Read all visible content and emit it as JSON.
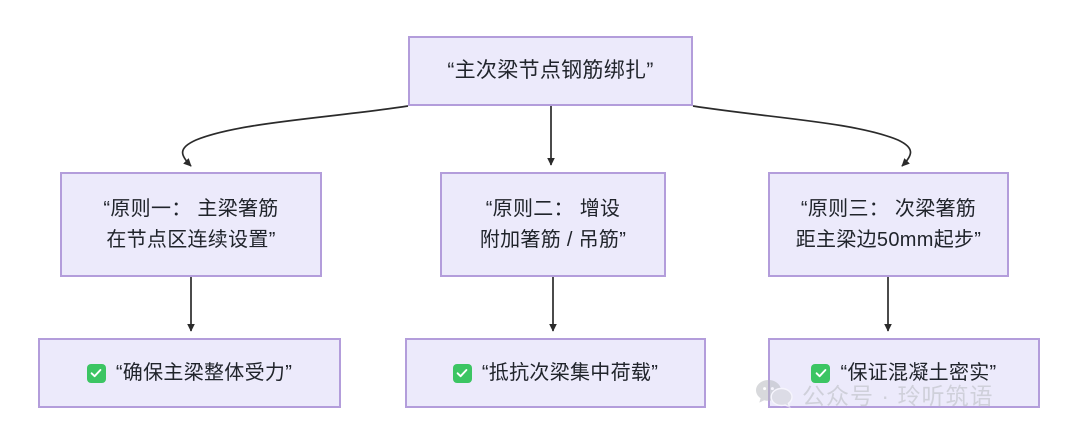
{
  "diagram": {
    "background_color": "#ffffff",
    "node_fill": "#eceafb",
    "node_border": "#b39ddb",
    "connector_color": "#2b2b2b",
    "check_color": "#3cc563",
    "root": {
      "label": "“主次梁节点钢筋绑扎”"
    },
    "principles": [
      {
        "label": "“原则一： 主梁箸筋\n在节点区连续设置”"
      },
      {
        "label": "“原则二： 增设\n附加箸筋 / 吊筋”"
      },
      {
        "label": "“原则三： 次梁箸筋\n距主梁边50mm起步”"
      }
    ],
    "results": [
      {
        "icon": "check-icon",
        "label": "“确保主梁整体受力”"
      },
      {
        "icon": "check-icon",
        "label": "“抵抗次梁集中荷载”"
      },
      {
        "icon": "check-icon",
        "label": "“保证混凝土密实”"
      }
    ]
  },
  "watermark": {
    "icon": "wechat-bubbles-icon",
    "text": "公众号 · 玲听筑语"
  }
}
